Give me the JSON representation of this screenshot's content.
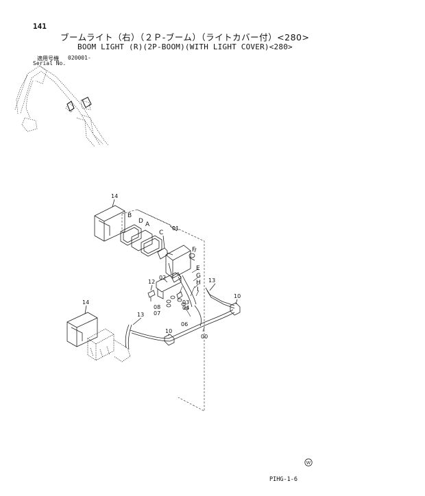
{
  "header": {
    "page_number": "141",
    "title_jp": "ブームライト（右）（２Ｐ-ブーム）（ライトカバー付）<280>",
    "title_en": "BOOM LIGHT (R)(2P-BOOM)(WITH LIGHT COVER)<280>",
    "serial_label_jp": "適用号機",
    "serial_value": "020001-",
    "serial_label_en": "Serial No."
  },
  "callouts": {
    "c14a": "14",
    "c14b": "14",
    "c01": "01",
    "c02": "02",
    "c03": "03",
    "c04": "04",
    "c06": "06",
    "c07": "07",
    "c08": "08",
    "c00": "00",
    "c10a": "10",
    "c10b": "10",
    "c12": "12",
    "c13a": "13",
    "c13b": "13",
    "A": "A",
    "B": "B",
    "C": "C",
    "D": "D",
    "E": "E",
    "F": "F",
    "G": "G",
    "H": "H",
    "I": "I"
  },
  "footer": {
    "page_code": "PIHG-1-6",
    "mark_glyph": "W"
  }
}
